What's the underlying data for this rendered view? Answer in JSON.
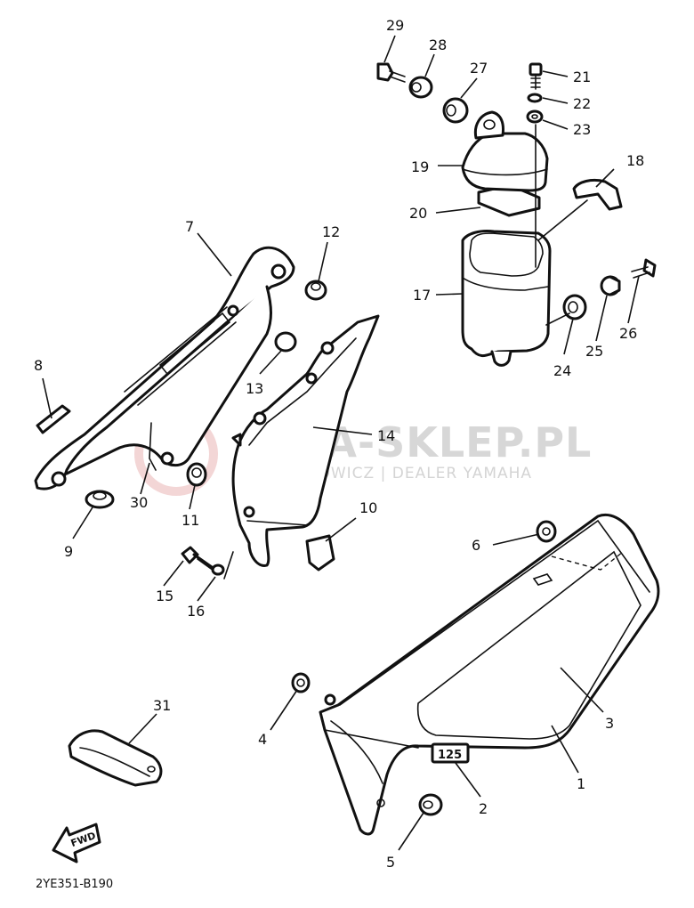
{
  "diagram_code": "2YE351-B190",
  "watermark": {
    "line1": "AMA-SKLEP.PL",
    "line2": "WOJCIECHOWICZ | DEALER YAMAHA",
    "logo_color": "#e9b5b5"
  },
  "fwd_label": "FWD",
  "emblem_text": "125",
  "callouts": [
    {
      "id": "p1",
      "label": "1"
    },
    {
      "id": "p2",
      "label": "2"
    },
    {
      "id": "p3",
      "label": "3"
    },
    {
      "id": "p4",
      "label": "4"
    },
    {
      "id": "p5",
      "label": "5"
    },
    {
      "id": "p6",
      "label": "6"
    },
    {
      "id": "p7",
      "label": "7"
    },
    {
      "id": "p8",
      "label": "8"
    },
    {
      "id": "p9",
      "label": "9"
    },
    {
      "id": "p10",
      "label": "10"
    },
    {
      "id": "p11",
      "label": "11"
    },
    {
      "id": "p12",
      "label": "12"
    },
    {
      "id": "p13",
      "label": "13"
    },
    {
      "id": "p14",
      "label": "14"
    },
    {
      "id": "p15",
      "label": "15"
    },
    {
      "id": "p16",
      "label": "16"
    },
    {
      "id": "p17",
      "label": "17"
    },
    {
      "id": "p18",
      "label": "18"
    },
    {
      "id": "p19",
      "label": "19"
    },
    {
      "id": "p20",
      "label": "20"
    },
    {
      "id": "p21",
      "label": "21"
    },
    {
      "id": "p22",
      "label": "22"
    },
    {
      "id": "p23",
      "label": "23"
    },
    {
      "id": "p24",
      "label": "24"
    },
    {
      "id": "p25",
      "label": "25"
    },
    {
      "id": "p26",
      "label": "26"
    },
    {
      "id": "p27",
      "label": "27"
    },
    {
      "id": "p28",
      "label": "28"
    },
    {
      "id": "p29",
      "label": "29"
    },
    {
      "id": "p30",
      "label": "30"
    },
    {
      "id": "p31",
      "label": "31"
    }
  ]
}
